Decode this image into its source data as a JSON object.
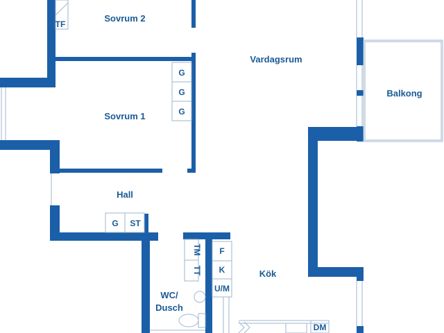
{
  "colors": {
    "wall": "#1b5fa8",
    "thin_line": "#9fb6cf",
    "text": "#1a5a96",
    "background": "#ffffff"
  },
  "rooms": {
    "sovrum2": "Sovrum 2",
    "vardagsrum": "Vardagsrum",
    "balkong": "Balkong",
    "sovrum1": "Sovrum 1",
    "hall": "Hall",
    "kok": "Kök",
    "wc_line1": "WC/",
    "wc_line2": "Dusch"
  },
  "fixtures": {
    "tf": "TF",
    "g1": "G",
    "g2": "G",
    "g3": "G",
    "hall_g": "G",
    "hall_st": "ST",
    "tm": "TM",
    "tt": "TT",
    "f": "F",
    "k": "K",
    "um": "U/M",
    "dm": "DM"
  }
}
